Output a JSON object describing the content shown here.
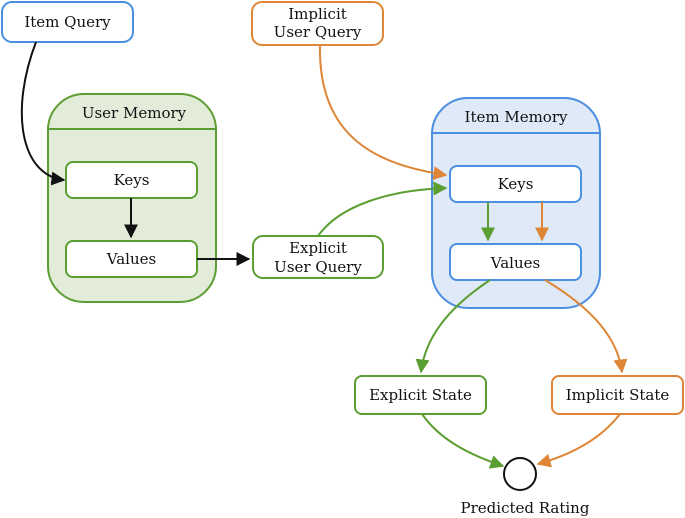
{
  "nodes": {
    "item_query": "Item Query",
    "implicit_user_query": {
      "line1": "Implicit",
      "line2": "User Query"
    },
    "user_memory": {
      "title": "User Memory",
      "keys": "Keys",
      "values": "Values"
    },
    "explicit_user_query": {
      "line1": "Explicit",
      "line2": "User Query"
    },
    "item_memory": {
      "title": "Item Memory",
      "keys": "Keys",
      "values": "Values"
    },
    "explicit_state": "Explicit State",
    "implicit_state": "Implicit State",
    "predicted_rating": "Predicted Rating"
  },
  "colors": {
    "blue_stroke": "#4a8fe0",
    "blue_fill": "#dfe9f8",
    "green_stroke": "#5b9e32",
    "green_fill": "#e3ecd9",
    "orange_stroke": "#de8636",
    "black": "#111111"
  }
}
